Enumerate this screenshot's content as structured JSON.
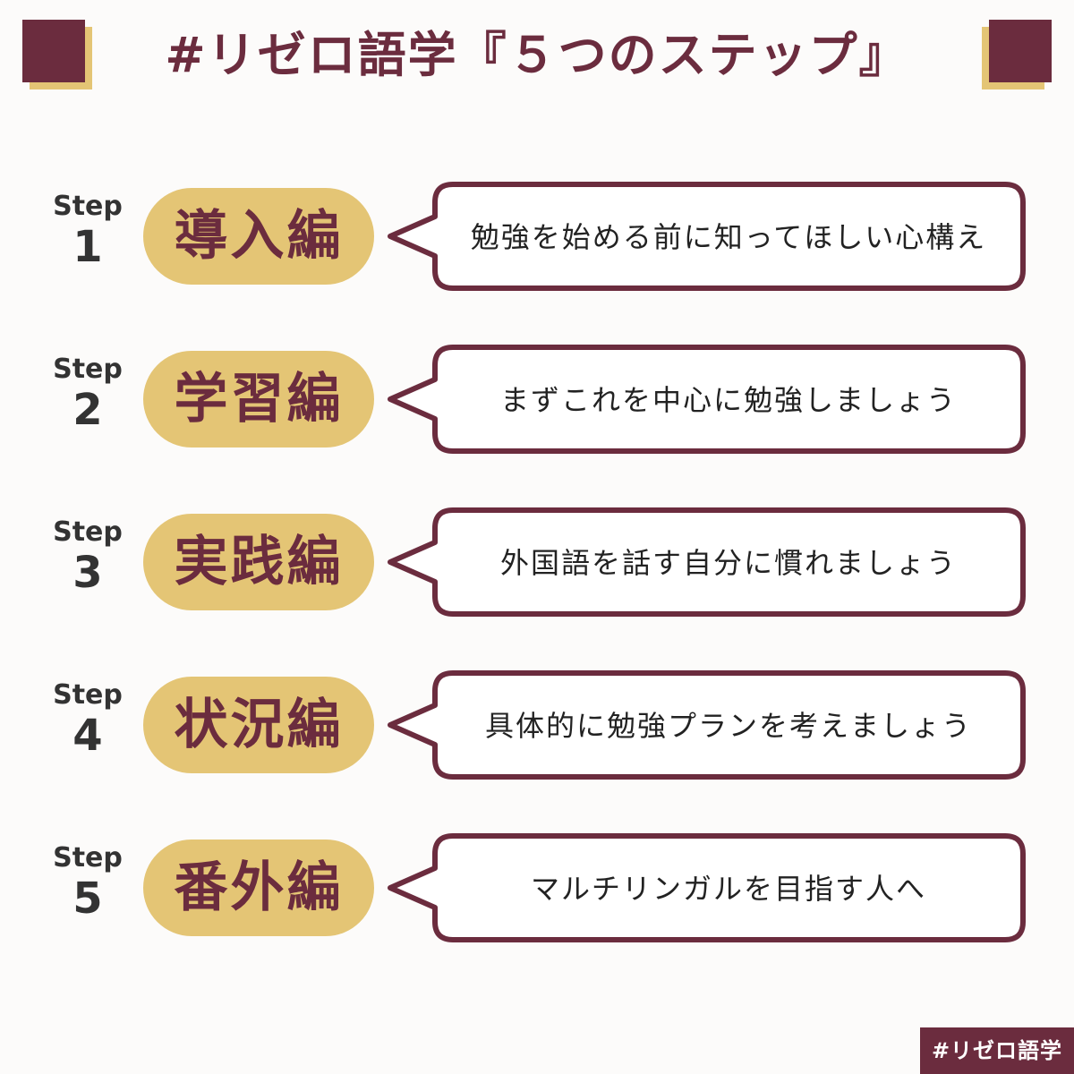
{
  "header": {
    "title": "#リゼロ語学『５つのステップ』"
  },
  "colors": {
    "maroon": "#6b2c3e",
    "gold": "#e4c575",
    "background": "#fcfbfa"
  },
  "steps": [
    {
      "step_word": "Step",
      "number": "1",
      "name": "導入編",
      "description": "勉強を始める前に知ってほしい心構え"
    },
    {
      "step_word": "Step",
      "number": "2",
      "name": "学習編",
      "description": "まずこれを中心に勉強しましょう"
    },
    {
      "step_word": "Step",
      "number": "3",
      "name": "実践編",
      "description": "外国語を話す自分に慣れましょう"
    },
    {
      "step_word": "Step",
      "number": "4",
      "name": "状況編",
      "description": "具体的に勉強プランを考えましょう"
    },
    {
      "step_word": "Step",
      "number": "5",
      "name": "番外編",
      "description": "マルチリンガルを目指す人へ"
    }
  ],
  "footer": {
    "brand": "#リゼロ語学"
  }
}
